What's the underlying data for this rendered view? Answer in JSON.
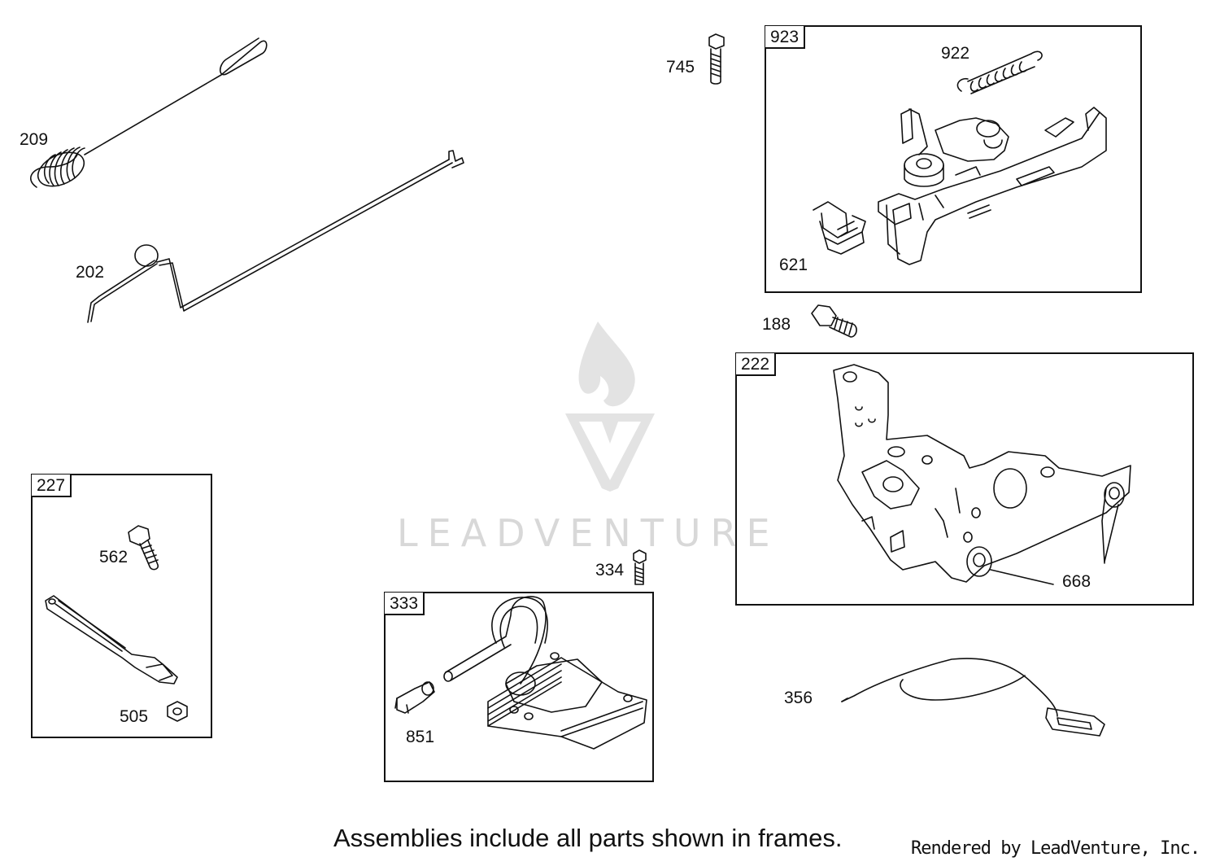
{
  "frames": [
    {
      "id": "frame-923",
      "tag": "923",
      "parts": [
        "922",
        "621"
      ]
    },
    {
      "id": "frame-222",
      "tag": "222",
      "parts": [
        "668"
      ]
    },
    {
      "id": "frame-227",
      "tag": "227",
      "parts": [
        "562",
        "505"
      ]
    },
    {
      "id": "frame-333",
      "tag": "333",
      "parts": [
        "851"
      ]
    }
  ],
  "callouts": {
    "p209": "209",
    "p202": "202",
    "p745": "745",
    "p922": "922",
    "p621": "621",
    "p188": "188",
    "p668": "668",
    "p562": "562",
    "p505": "505",
    "p334": "334",
    "p851": "851",
    "p356": "356"
  },
  "watermark": {
    "brand": "LEADVENTURE",
    "icon": "flame-v-logo-icon",
    "color": "#d8d8d8"
  },
  "footer": {
    "note": "Assemblies include all parts shown in frames.",
    "credit": "Rendered by LeadVenture, Inc."
  },
  "colors": {
    "line": "#111111",
    "background": "#ffffff"
  }
}
